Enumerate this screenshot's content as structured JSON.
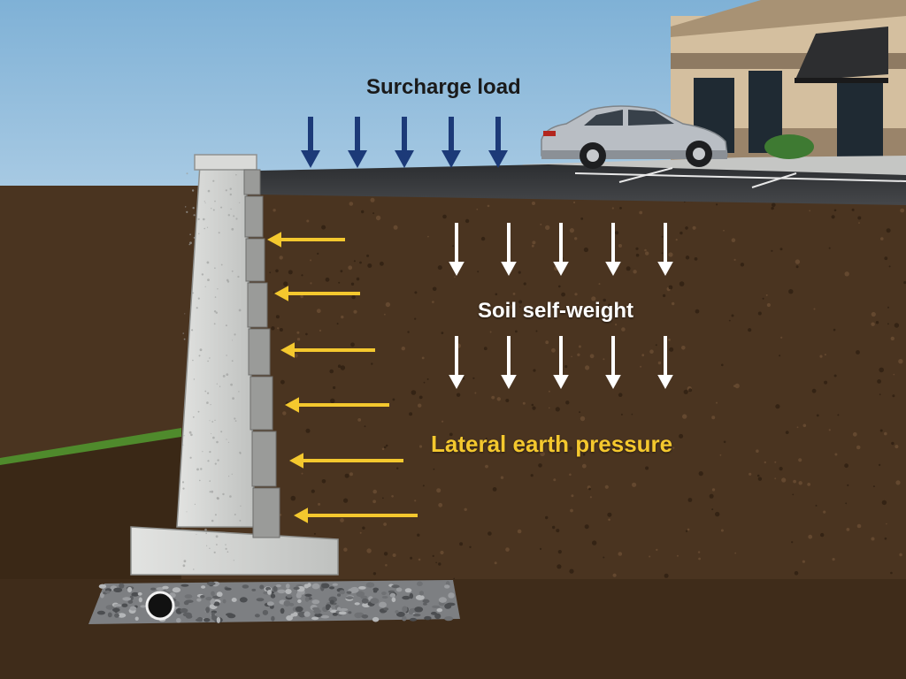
{
  "labels": {
    "surcharge": "Surcharge load",
    "self_weight": "Soil self-weight",
    "lateral": "Lateral earth pressure"
  },
  "colors": {
    "sky_top": "#7fb1d6",
    "sky_bottom": "#ffffff",
    "soil": "#4a3420",
    "soil_dark": "#3a2816",
    "grass": "#4f8a2c",
    "asphalt": "#333538",
    "concrete": "#cfd0cf",
    "block_face": "#9a9b99",
    "gravel": "#7d7f82",
    "building": "#d4bf9f",
    "car": "#b9bec4",
    "surcharge_arrow": "#1c3a78",
    "self_weight_arrow": "#ffffff",
    "lateral_arrow": "#f4c82e"
  },
  "arrows": {
    "surcharge_count": 5,
    "self_weight_rows": 2,
    "self_weight_per_row": 5,
    "lateral_count": 6
  }
}
